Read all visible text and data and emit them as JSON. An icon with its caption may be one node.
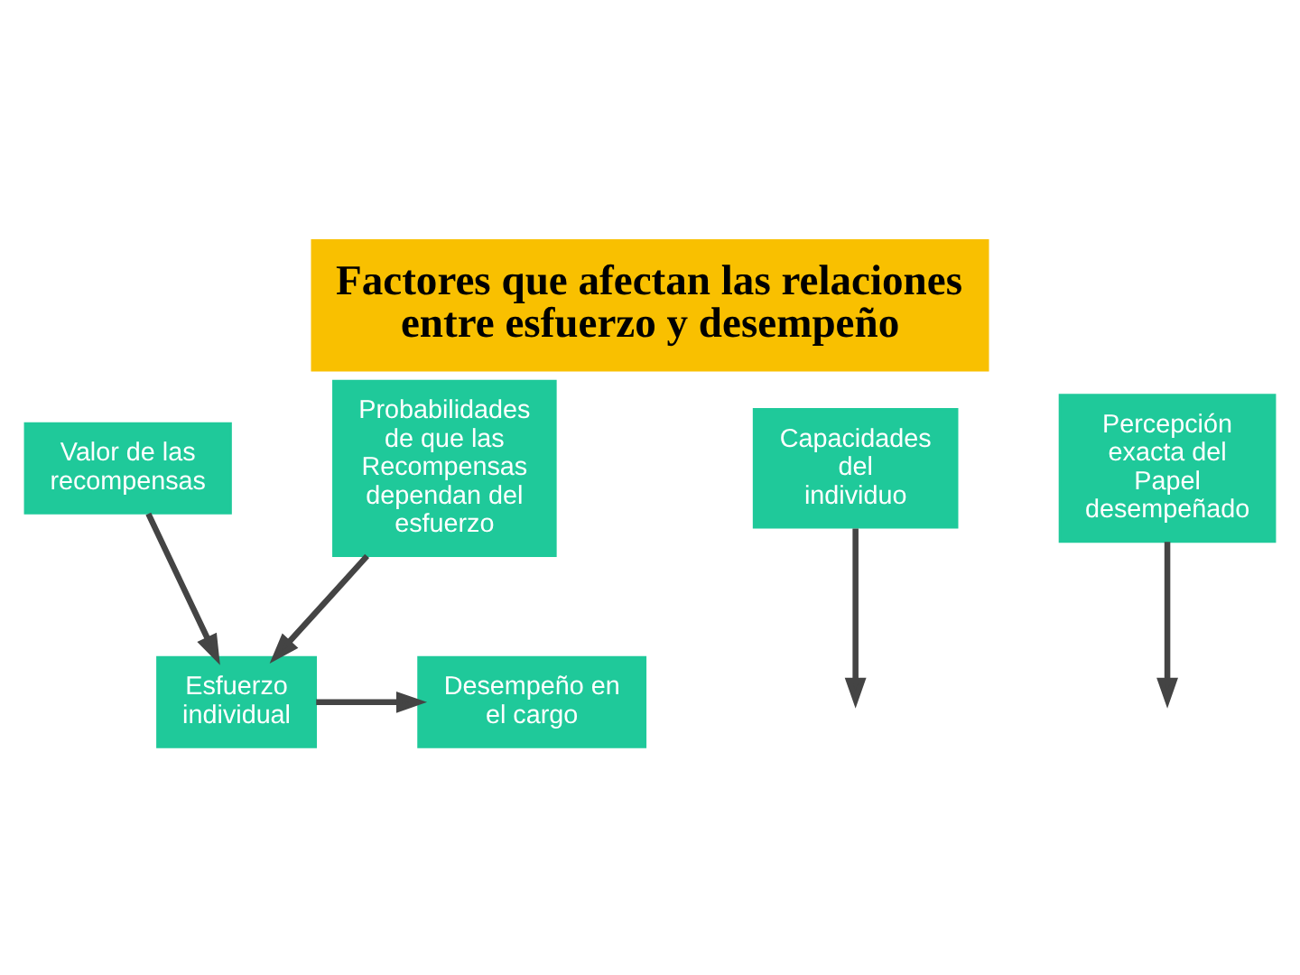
{
  "diagram": {
    "title": "Factores que afectan las relaciones entre esfuerzo y desempeño",
    "nodes": [
      {
        "text": [
          "Valor de las recompensas"
        ]
      },
      {
        "text": [
          "Capacidades del individuo"
        ]
      },
      {
        "text": [
          "Esfuerzo individual"
        ]
      },
      {
        "text": [
          "Desempeño en el cargo"
        ]
      },
      {
        "text": [
          "Probabilidades de que las Recompensas dependan del esfuerzo"
        ]
      },
      {
        "text": [
          "Percepción exacta del Papel desempeñado"
        ]
      }
    ],
    "edges": [
      {
        "from": 0,
        "to": 2,
        "arrow": "to"
      },
      {
        "from": 2,
        "to": 3,
        "arrow": "to"
      },
      {
        "from": 1,
        "to": null,
        "arrow": "to"
      },
      {
        "from": 4,
        "to": 2,
        "arrow": "to"
      },
      {
        "from": 5,
        "to": null,
        "arrow": "to"
      }
    ]
  }
}
